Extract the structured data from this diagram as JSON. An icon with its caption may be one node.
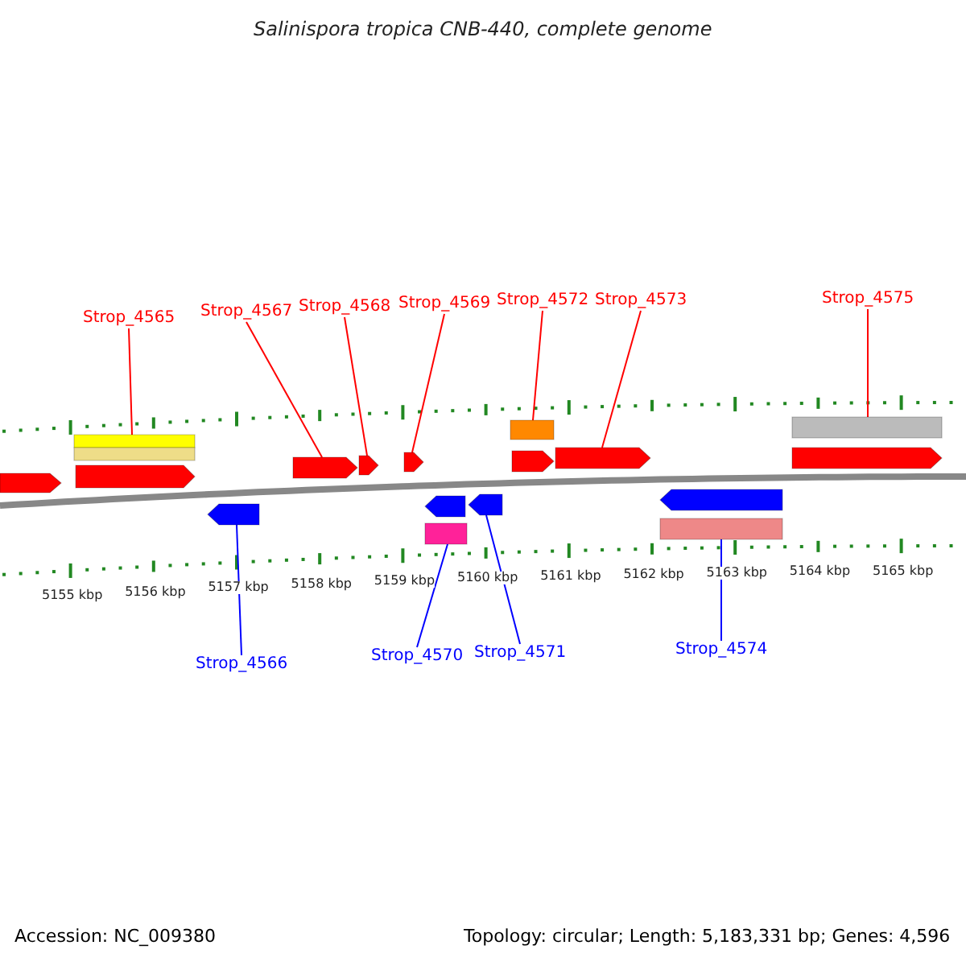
{
  "diagram": {
    "title": "Salinispora tropica CNB-440, complete genome",
    "nodes": [
      {
        "text": [
          "Strop_4565"
        ]
      },
      {
        "text": [
          "Strop_4567"
        ]
      },
      {
        "text": [
          "Strop_4568"
        ]
      },
      {
        "text": [
          "Strop_4569"
        ]
      },
      {
        "text": [
          "Strop_4572"
        ]
      },
      {
        "text": [
          "Strop_4573"
        ]
      },
      {
        "text": [
          "Strop_4575"
        ]
      },
      {
        "text": [
          "Strop_4566"
        ]
      },
      {
        "text": [
          "Strop_4570"
        ]
      },
      {
        "text": [
          "Strop_4571"
        ]
      },
      {
        "text": [
          "Strop_4574"
        ]
      },
      {
        "text": [],
        "shape": "bar"
      },
      {
        "text": [],
        "shape": "bar"
      },
      {
        "text": [],
        "shape": "bar"
      },
      {
        "text": [],
        "shape": "bar"
      },
      {
        "text": [],
        "shape": "bar"
      },
      {
        "text": [],
        "shape": "bar"
      },
      {
        "text": [],
        "shape": "bar"
      },
      {
        "text": [],
        "shape": "bar"
      },
      {
        "text": [],
        "shape": "bar"
      },
      {
        "text": [],
        "shape": "bar"
      },
      {
        "text": [],
        "shape": "bar"
      },
      {
        "text": [],
        "shape": "bar"
      },
      {
        "text": [],
        "shape": "bar"
      },
      {
        "text": [],
        "shape": "bar"
      },
      {
        "text": [],
        "shape": "bar"
      },
      {
        "text": [],
        "shape": "bar"
      },
      {
        "text": [],
        "shape": "bar"
      },
      {
        "text": [],
        "shape": "bar"
      }
    ],
    "edges": [
      {
        "from": 0,
        "to": 12,
        "arrow": "none"
      },
      {
        "from": 1,
        "to": 16,
        "arrow": "none"
      },
      {
        "from": 2,
        "to": 17,
        "arrow": "none"
      },
      {
        "from": 3,
        "to": 18,
        "arrow": "none"
      },
      {
        "from": 4,
        "to": 22,
        "arrow": "none"
      },
      {
        "from": 5,
        "to": 24,
        "arrow": "none"
      },
      {
        "from": 6,
        "to": 27,
        "arrow": "none"
      },
      {
        "from": 7,
        "to": 15,
        "arrow": "none",
        "color": "#0000ff"
      },
      {
        "from": 8,
        "to": 20,
        "arrow": "none",
        "color": "#0000ff"
      },
      {
        "from": 9,
        "to": 21,
        "arrow": "none",
        "color": "#0000ff"
      },
      {
        "from": 10,
        "to": 26,
        "arrow": "none",
        "color": "#0000ff"
      }
    ],
    "labels": [
      "5155 kbp",
      "5156 kbp",
      "5157 kbp",
      "5158 kbp",
      "5159 kbp",
      "5160 kbp",
      "5161 kbp",
      "5162 kbp",
      "5163 kbp",
      "5164 kbp",
      "5165 kbp",
      "Accession: NC_009380",
      "Topology: circular; Length: 5,183,331 bp; Genes: 4,596"
    ]
  }
}
